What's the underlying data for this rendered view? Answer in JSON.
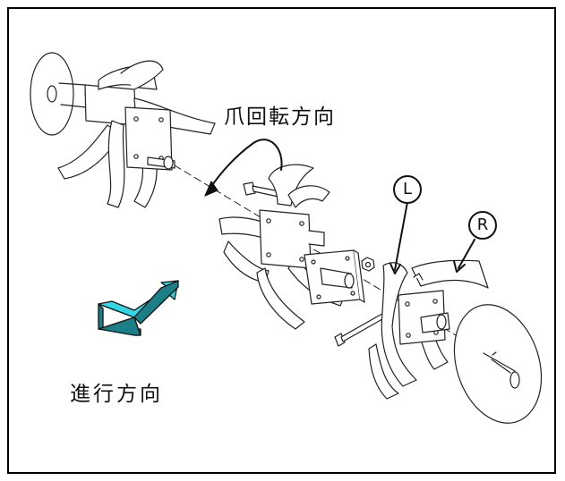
{
  "labels": {
    "rotation_direction": "爪回転方向",
    "travel_direction": "進行方向",
    "left_mark": "L",
    "right_mark": "R"
  },
  "colors": {
    "travel_arrow_face": "#33d6e6",
    "travel_arrow_side": "#1a7f86",
    "line": "#222222",
    "frame": "#000000"
  },
  "icons": {
    "rotation_arrow": "curved-arrow-icon",
    "travel_arrow": "3d-arrow-icon"
  }
}
